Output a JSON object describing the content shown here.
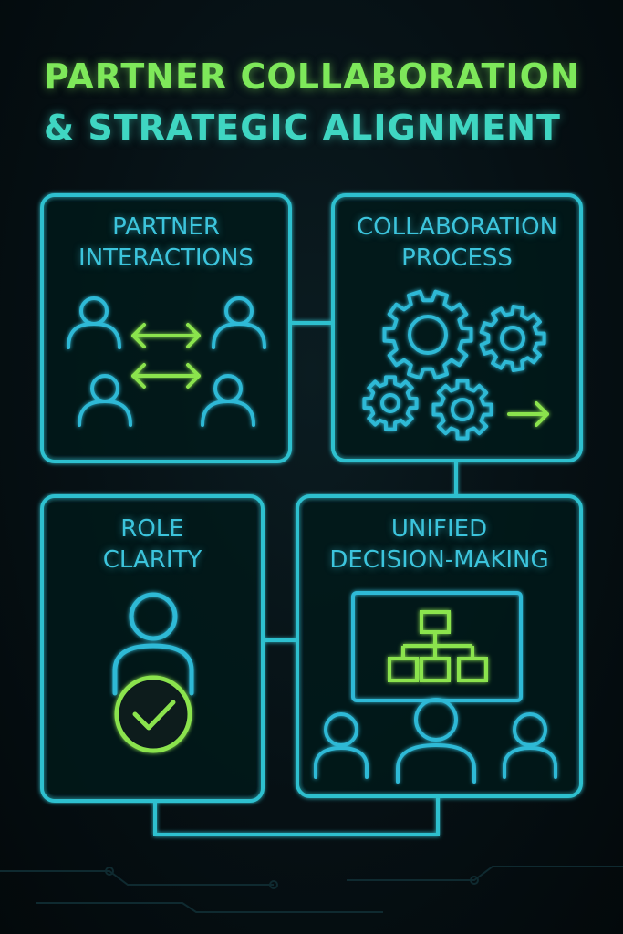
{
  "title": {
    "line1": "PARTNER COLLABORATION",
    "line2": "& STRATEGIC ALIGNMENT"
  },
  "panels": [
    {
      "id": "partner-interactions",
      "lines": [
        "PARTNER",
        "INTERACTIONS"
      ],
      "icons": [
        "person-icon",
        "double-arrow-icon"
      ]
    },
    {
      "id": "collaboration-process",
      "lines": [
        "COLLABORATION",
        "PROCESS"
      ],
      "icons": [
        "gear-icon",
        "arrow-right-icon"
      ]
    },
    {
      "id": "role-clarity",
      "lines": [
        "ROLE",
        "CLARITY"
      ],
      "icons": [
        "person-icon",
        "check-circle-icon"
      ]
    },
    {
      "id": "unified-decision-making",
      "lines": [
        "UNIFIED",
        "DECISION-MAKING"
      ],
      "icons": [
        "org-chart-icon",
        "person-icon"
      ]
    }
  ],
  "colors": {
    "background": "#050d10",
    "frame": "#2fc0cf",
    "icon": "#2fb9d6",
    "accent": "#8be34d",
    "title_green": "#7ee85a",
    "title_teal": "#3fd6c2"
  }
}
